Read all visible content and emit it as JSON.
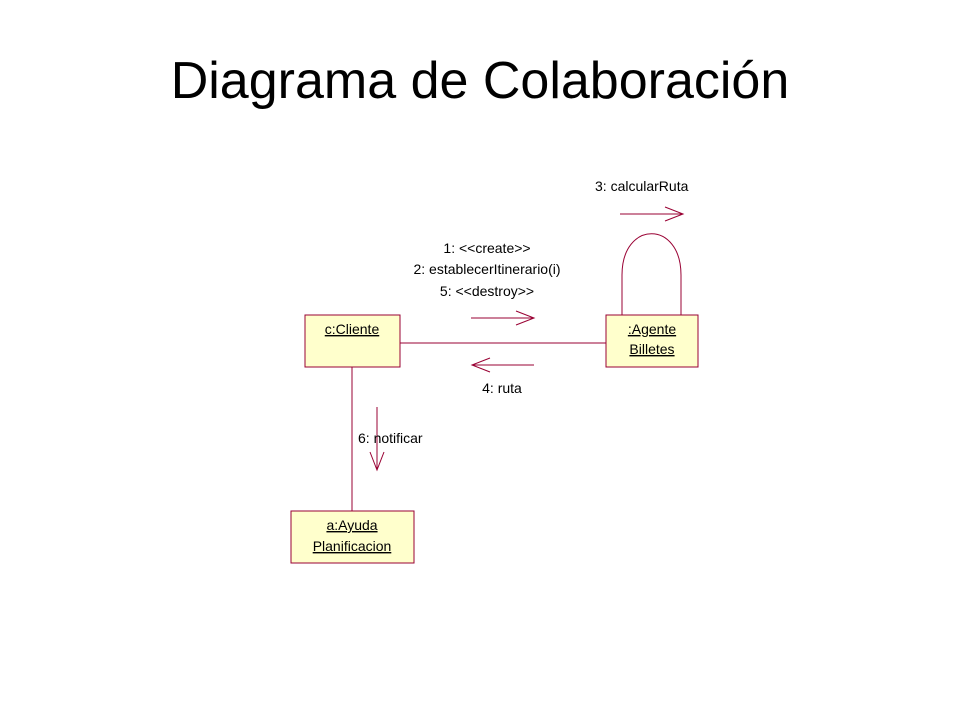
{
  "title": "Diagrama de Colaboración",
  "colors": {
    "line": "#990033",
    "box_fill": "#FFFFCC",
    "text": "#000000"
  },
  "objects": {
    "cliente": {
      "lines": [
        "c:Cliente"
      ]
    },
    "agente": {
      "lines": [
        ":Agente",
        "Billetes"
      ]
    },
    "ayuda": {
      "lines": [
        "a:Ayuda",
        "Planificacion"
      ]
    }
  },
  "messages": {
    "self_call": "3: calcularRuta",
    "to_agente": [
      "1: <<create>>",
      "2: establecerItinerario(i)",
      "5: <<destroy>>"
    ],
    "return": "4: ruta",
    "notify": "6: notificar"
  }
}
